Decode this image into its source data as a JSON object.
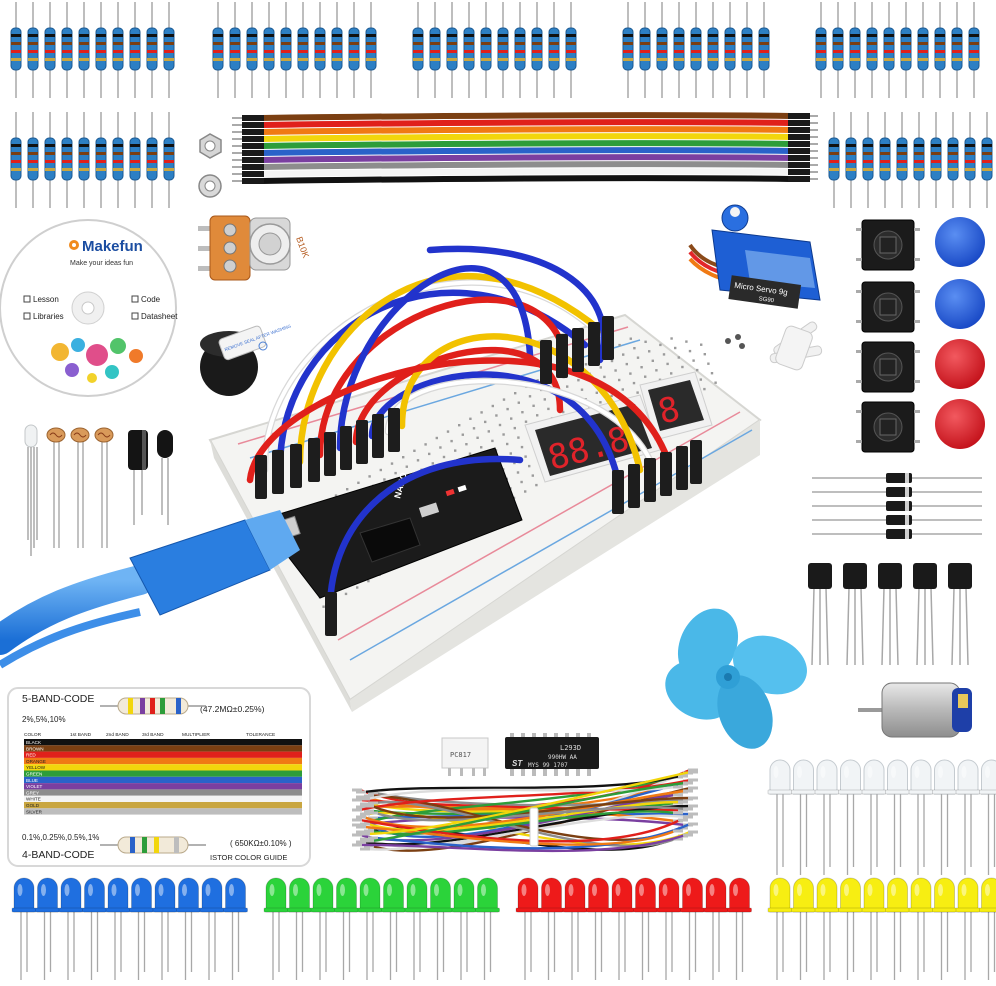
{
  "cd": {
    "brand": "Makefun",
    "tagline": "Make your ideas fun",
    "items": [
      "Lesson",
      "Code",
      "Libraries",
      "Datasheet"
    ]
  },
  "potentiometer": {
    "label": "B10K"
  },
  "buzzer": {
    "label": "REMOVE SEAL AFTER WASHING"
  },
  "servo": {
    "label": "Micro Servo 9g",
    "model": "SG90"
  },
  "nano": {
    "label": "NANO"
  },
  "display": {
    "digits": "88.8",
    "digits2": "8"
  },
  "chips": {
    "ic1_line1": "L293D",
    "ic1_line2": "990HW AA",
    "ic1_line3": "MYS 99 1707",
    "brand": "ST",
    "opto": "PC817"
  },
  "resistor_card": {
    "title5": "5-BAND-CODE",
    "tol5": "2%,5%,10%",
    "example5": "(47.2MΩ±0.25%)",
    "title4": "4-BAND-CODE",
    "tol4": "0.1%,0.25%,0.5%,1%",
    "example4": "( 650KΩ±0.10% )",
    "guide": "ISTOR COLOR GUIDE",
    "headers": [
      "COLOR",
      "1st BAND",
      "2nd BAND",
      "3rd BAND",
      "MULTIPLIER",
      "TOLERANCE"
    ],
    "colors": [
      "BLACK",
      "BROWN",
      "RED",
      "ORANGE",
      "YELLOW",
      "GREEN",
      "BLUE",
      "VIOLET",
      "GREY",
      "WHITE",
      "GOLD",
      "SILVER"
    ],
    "swatches": [
      "#111111",
      "#7b3f12",
      "#e0201b",
      "#f07a14",
      "#f2d60c",
      "#2d9d3a",
      "#2a62c9",
      "#7a3fa0",
      "#8d8d8d",
      "#f4f4f4",
      "#c9a640",
      "#bdbdbd"
    ]
  },
  "led_colors": {
    "blue": "#1f6fe0",
    "green": "#2bd33a",
    "red": "#ee1a1a",
    "yellow": "#f7ee12",
    "clear": "#f1f4f6"
  },
  "button_caps": {
    "blue": "#1c57d8",
    "red": "#d8151f"
  }
}
